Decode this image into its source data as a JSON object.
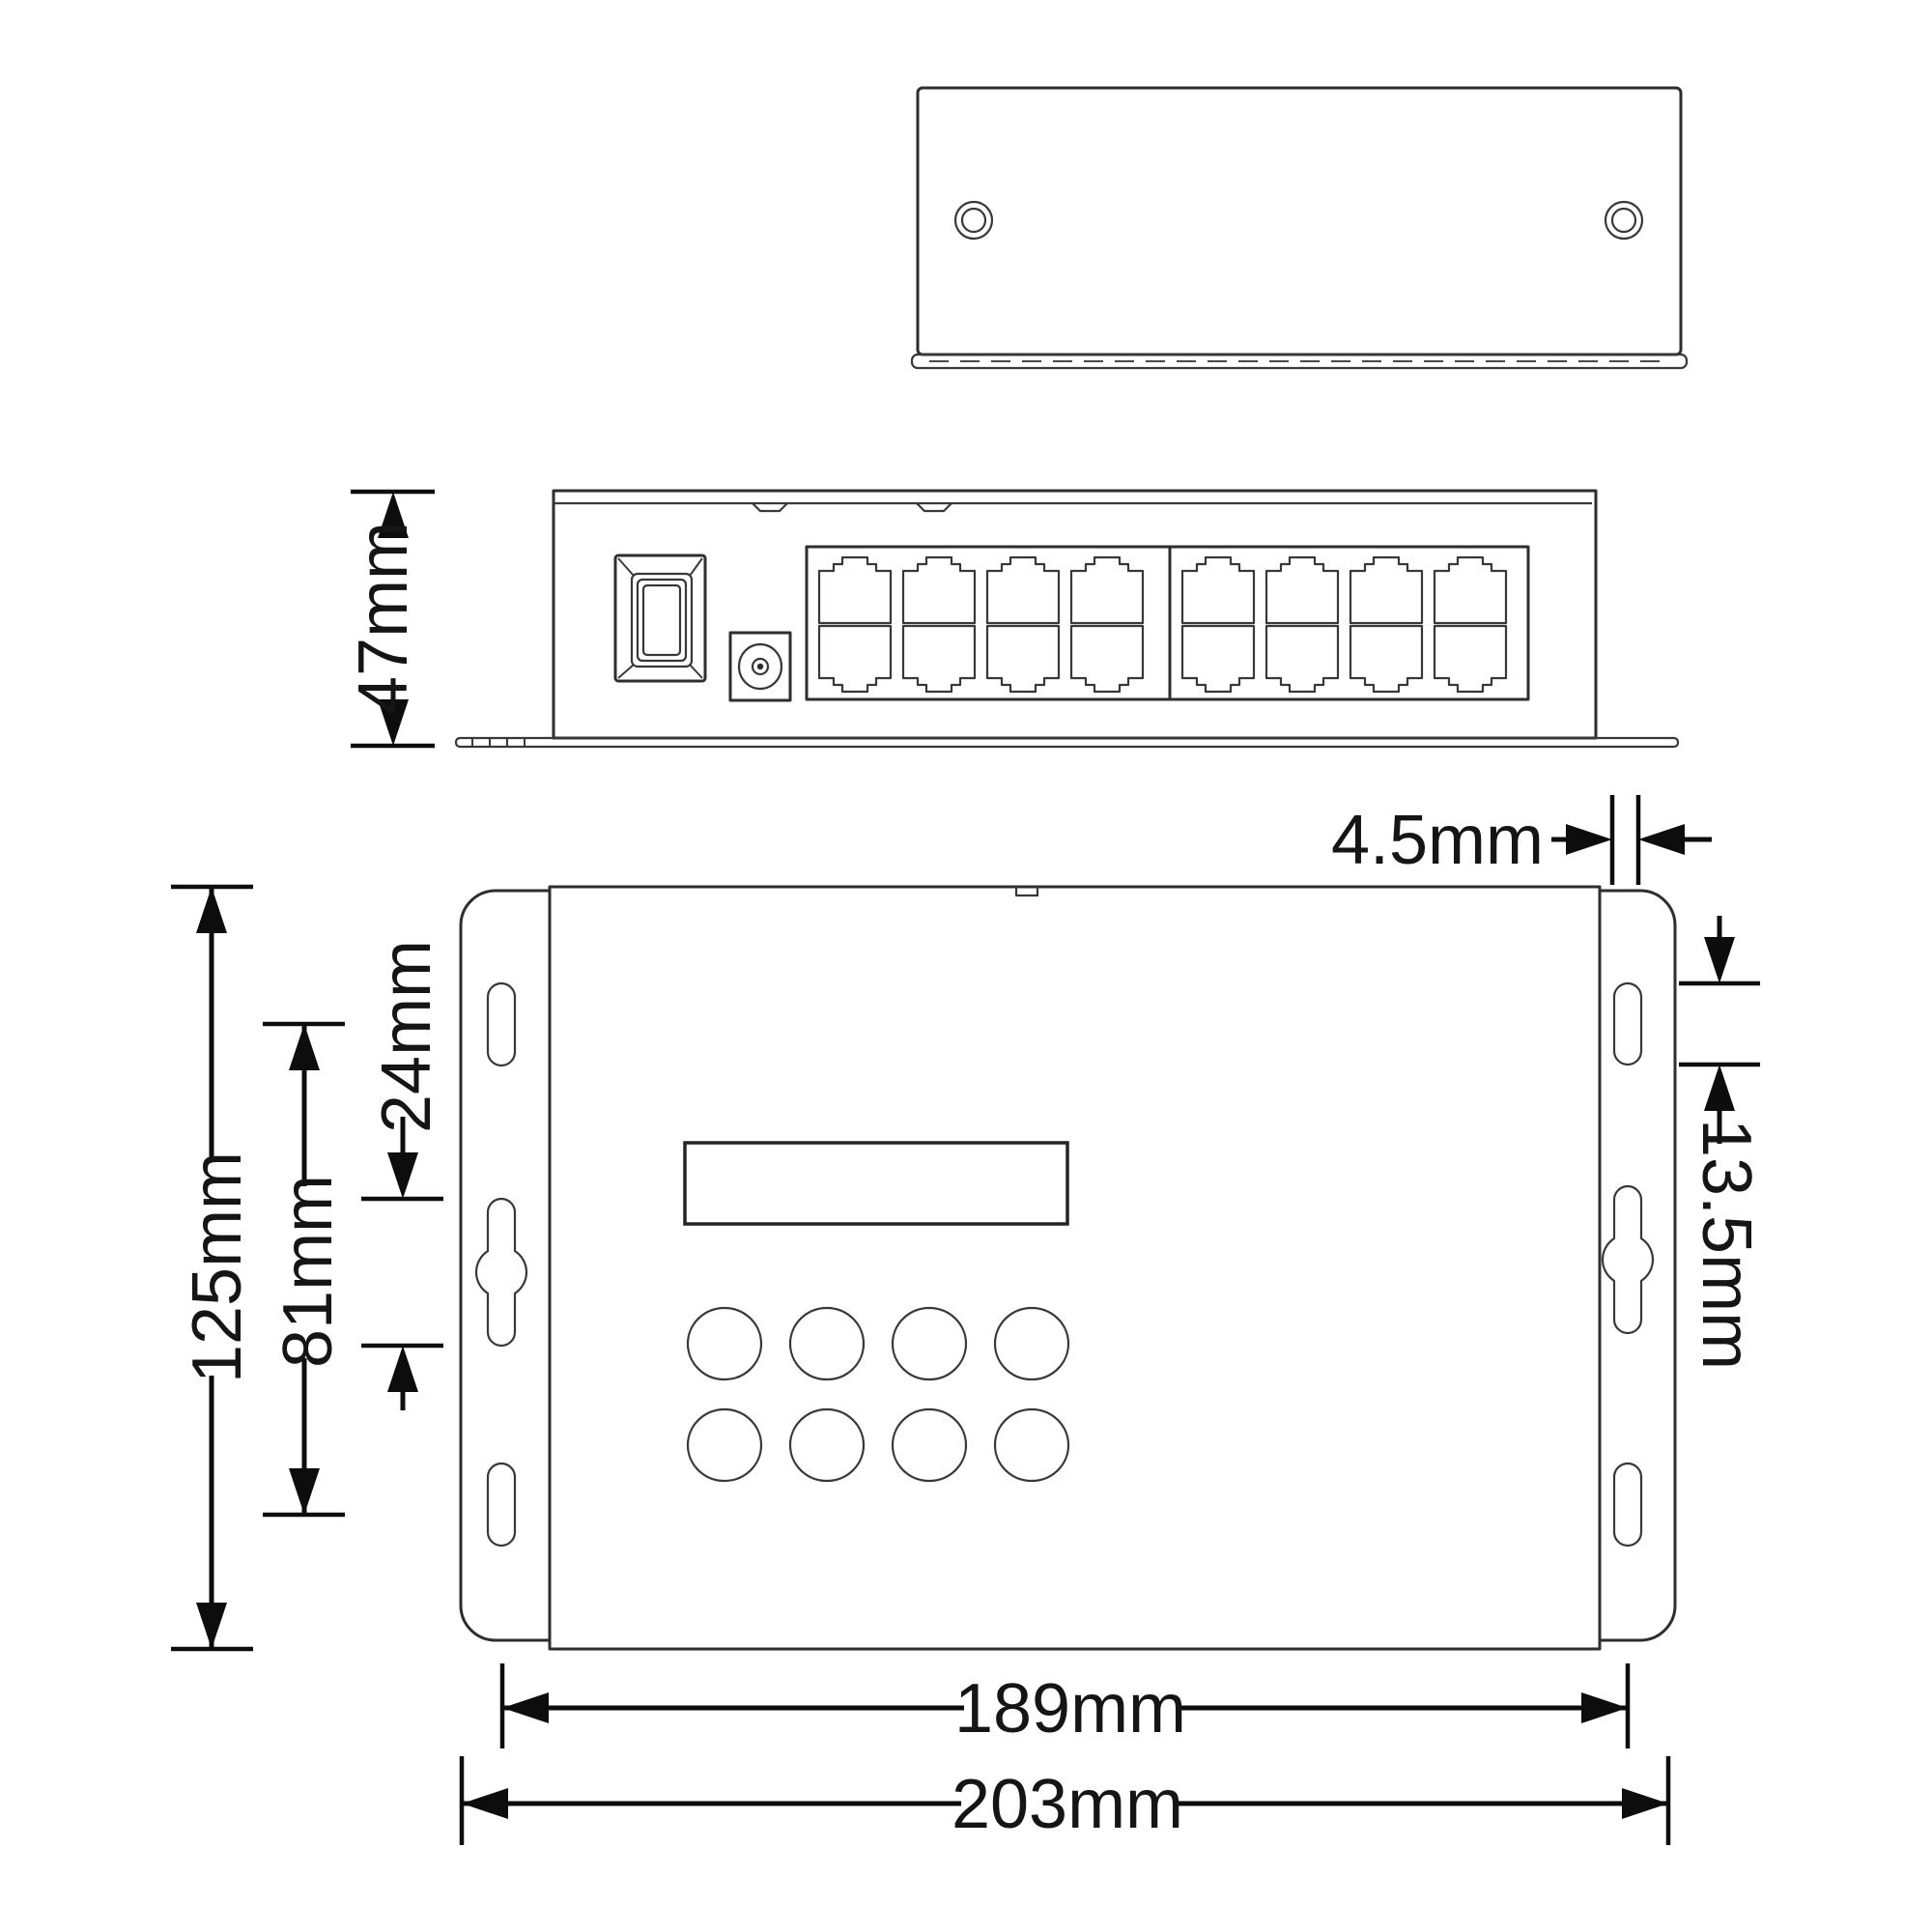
{
  "drawing": {
    "views": {
      "top_view": {
        "mounting_holes": 2
      },
      "side_view": {
        "rj45_port_groups": 2,
        "rj45_columns_per_group": 4,
        "rj45_rows": 2,
        "has_power_switch": true,
        "has_dc_jack": true
      },
      "front_view": {
        "button_rows": 2,
        "button_cols": 4,
        "has_lcd_window": true,
        "mounting_slots_per_ear": 3
      }
    },
    "dimensions": {
      "side_height": "47mm",
      "front_height": "125mm",
      "slot_center_span": "81mm",
      "keyhole_slot_length": "24mm",
      "slot_width": "4.5mm",
      "slot_length": "13.5mm",
      "mounting_slot_spacing": "189mm",
      "overall_width": "203mm"
    }
  }
}
